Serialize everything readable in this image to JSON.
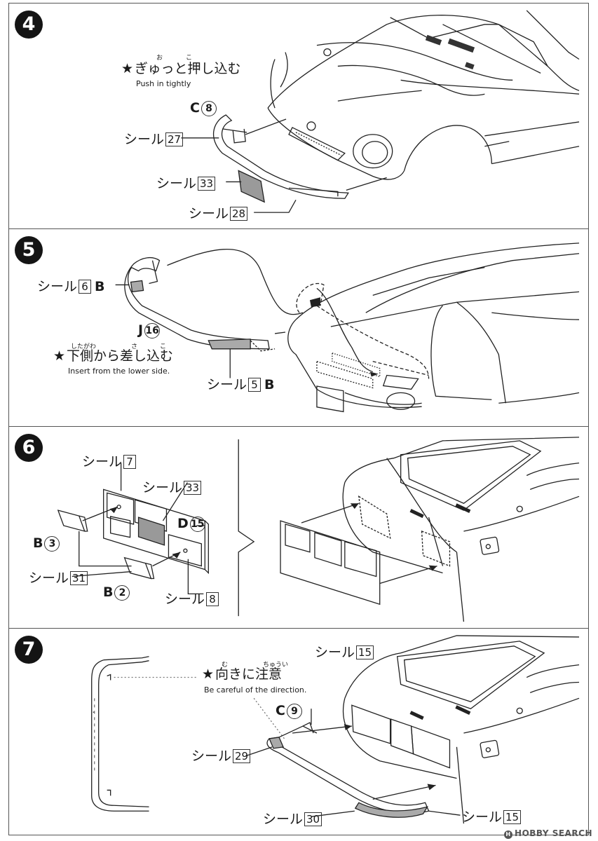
{
  "watermark": "HOBBY SEARCH",
  "sticker_word": "シール",
  "steps": [
    {
      "number": "4",
      "instruction_jp": "ぎゅっと押し込む",
      "furigana": [
        "お",
        "こ"
      ],
      "instruction_en": "Push in tightly",
      "part_c8": {
        "letter": "C",
        "num": "8"
      },
      "seal_27": "27",
      "seal_33": "33",
      "seal_28": "28"
    },
    {
      "number": "5",
      "seal_6": "6",
      "seal_6_suffix": "B",
      "part_j16": {
        "letter": "J",
        "num": "16"
      },
      "instruction_jp": "下側から差し込む",
      "furigana": [
        "したがわ",
        "さ",
        "こ"
      ],
      "instruction_en": "Insert from the lower side.",
      "seal_5": "5",
      "seal_5_suffix": "B"
    },
    {
      "number": "6",
      "seal_7": "7",
      "seal_33": "33",
      "part_d15": {
        "letter": "D",
        "num": "15"
      },
      "part_b3": {
        "letter": "B",
        "num": "3"
      },
      "seal_31": "31",
      "part_b2": {
        "letter": "B",
        "num": "2"
      },
      "seal_8": "8"
    },
    {
      "number": "7",
      "seal_15a": "15",
      "instruction_jp": "向きに注意",
      "furigana": [
        "む",
        "ちゅうい"
      ],
      "instruction_en": "Be careful of the direction.",
      "part_c9": {
        "letter": "C",
        "num": "9"
      },
      "seal_29": "29",
      "seal_30": "30",
      "seal_15b": "15"
    }
  ],
  "star": "★"
}
